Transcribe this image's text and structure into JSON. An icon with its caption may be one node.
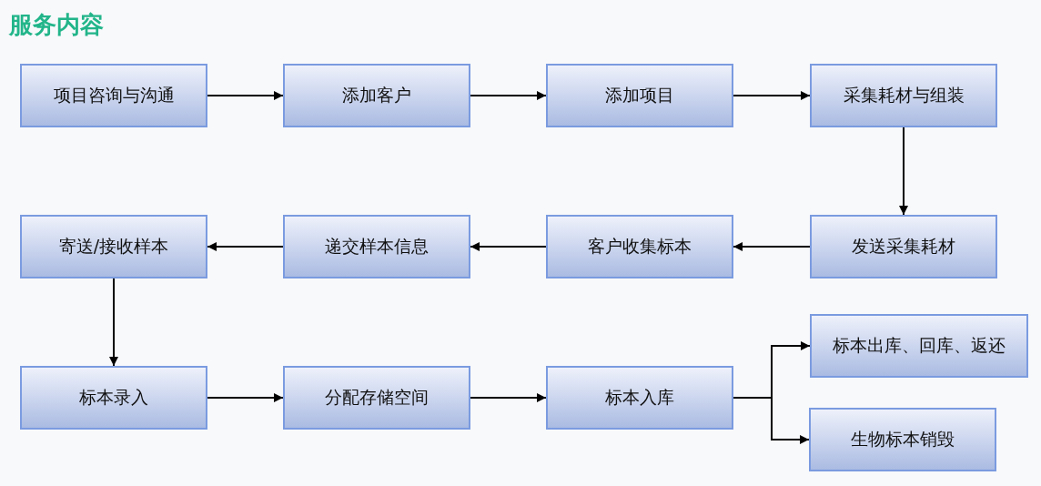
{
  "diagram": {
    "title": "服务内容",
    "nodes": [
      {
        "text": [
          "项目咨询与沟通"
        ]
      },
      {
        "text": [
          "添加客户"
        ]
      },
      {
        "text": [
          "添加项目"
        ]
      },
      {
        "text": [
          "采集耗材与组装"
        ]
      },
      {
        "text": [
          "寄送/接收样本"
        ]
      },
      {
        "text": [
          "递交样本信息"
        ]
      },
      {
        "text": [
          "客户收集标本"
        ]
      },
      {
        "text": [
          "发送采集耗材"
        ]
      },
      {
        "text": [
          "标本录入"
        ]
      },
      {
        "text": [
          "分配存储空间"
        ]
      },
      {
        "text": [
          "标本入库"
        ]
      },
      {
        "text": [
          "标本出库、回库、返还"
        ]
      },
      {
        "text": [
          "生物标本销毁"
        ]
      }
    ],
    "edges": [
      {
        "from": 0,
        "to": 1,
        "arrow": "to"
      },
      {
        "from": 1,
        "to": 2,
        "arrow": "to"
      },
      {
        "from": 2,
        "to": 3,
        "arrow": "to"
      },
      {
        "from": 3,
        "to": 7,
        "arrow": "to"
      },
      {
        "from": 7,
        "to": 6,
        "arrow": "to"
      },
      {
        "from": 6,
        "to": 5,
        "arrow": "to"
      },
      {
        "from": 5,
        "to": 4,
        "arrow": "to"
      },
      {
        "from": 4,
        "to": 8,
        "arrow": "to"
      },
      {
        "from": 8,
        "to": 9,
        "arrow": "to"
      },
      {
        "from": 9,
        "to": 10,
        "arrow": "to"
      },
      {
        "from": 10,
        "to": 11,
        "arrow": "to"
      },
      {
        "from": 10,
        "to": 12,
        "arrow": "to"
      }
    ]
  }
}
